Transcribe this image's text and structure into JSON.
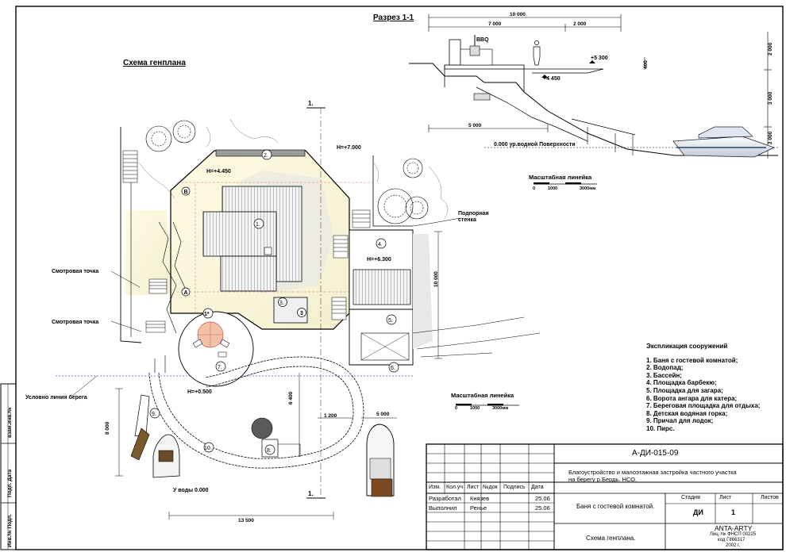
{
  "titles": {
    "section": "Разрез 1-1",
    "plan": "Схема генплана"
  },
  "section": {
    "bbq": "BBQ",
    "level_top": "+5 300",
    "level_mid": "+4 450",
    "water_level": "0.000 ур.водной Поверхности",
    "dims": {
      "total": "10 000",
      "a": "7 000",
      "b": "2 000",
      "c": "5 000",
      "h400": "400",
      "v1": "2 000",
      "v2": "3 000",
      "v3": "2 000"
    },
    "scale_title": "Масштабная линейка",
    "scale_ticks": [
      "0",
      "1000",
      "3000мм"
    ]
  },
  "plan": {
    "levels": {
      "h7000": "H=+7.000",
      "h4450": "H=+4.450",
      "h6300": "H=+6.300",
      "h0500": "H=+0.500",
      "water": "У воды 0.000"
    },
    "labels": {
      "view1": "Смотровая точка",
      "view2": "Смотровая точка",
      "shore": "Условно линия берега",
      "wall_1": "Подпорная",
      "wall_2": "стенка"
    },
    "axes": {
      "a": "A",
      "b": "B"
    },
    "section_mark": "1.",
    "numbers": [
      "1.",
      "2.",
      "3.",
      "3",
      "4.",
      "5.",
      "6.",
      "7.",
      "8.",
      "9.",
      "10.",
      "1*"
    ],
    "dims": {
      "d10000": "10 000",
      "d8000": "8 000",
      "d6400": "6 400",
      "d1200": "1 200",
      "d5000": "5 000",
      "d13500": "13 500"
    },
    "scale_title": "Масштабная линейка",
    "scale_ticks": [
      "0",
      "1000",
      "3000мм"
    ]
  },
  "legend": {
    "title": "Экспликация сооружений",
    "items": [
      "1. Баня с гостевой комнатой;",
      "2. Водопад;",
      "3. Бассейн;",
      "4. Площадка барбекю;",
      "5. Площадка для загара;",
      "6. Ворота ангара для катера;",
      "7. Береговая площадка для отдыха;",
      "8. Детская водяная горка;",
      "9. Причал для лодок;",
      "10. Пирс."
    ]
  },
  "side_stamp": [
    "взам.инв.№",
    "Подп. Дата",
    "Инв.№ Подп."
  ],
  "title_block": {
    "code": "А-ДИ-015-09",
    "project": [
      "Благоустройство и малоэтажная застройка частного участка",
      "на берегу р.Бердь. НСО."
    ],
    "headers": [
      "Изм.",
      "Кол.уч",
      "Лист",
      "№док",
      "Подпись",
      "Дата"
    ],
    "rows": [
      {
        "role": "Разработал",
        "name": "Князев",
        "date": "25.06"
      },
      {
        "role": "Выполнил",
        "name": "Ренье",
        "date": "25.06"
      }
    ],
    "object": "Баня с гостевой комнатой.",
    "stage_label": "Стадия",
    "sheet_label": "Лист",
    "sheets_label": "Листов",
    "stage": "ДИ",
    "sheet": "1",
    "drawing": "Схема генплана.",
    "org": "ANTA-ARTY",
    "license": "Лиц. № ФНСП 00225",
    "org_code": "код Г866317",
    "year": "2002 г."
  }
}
